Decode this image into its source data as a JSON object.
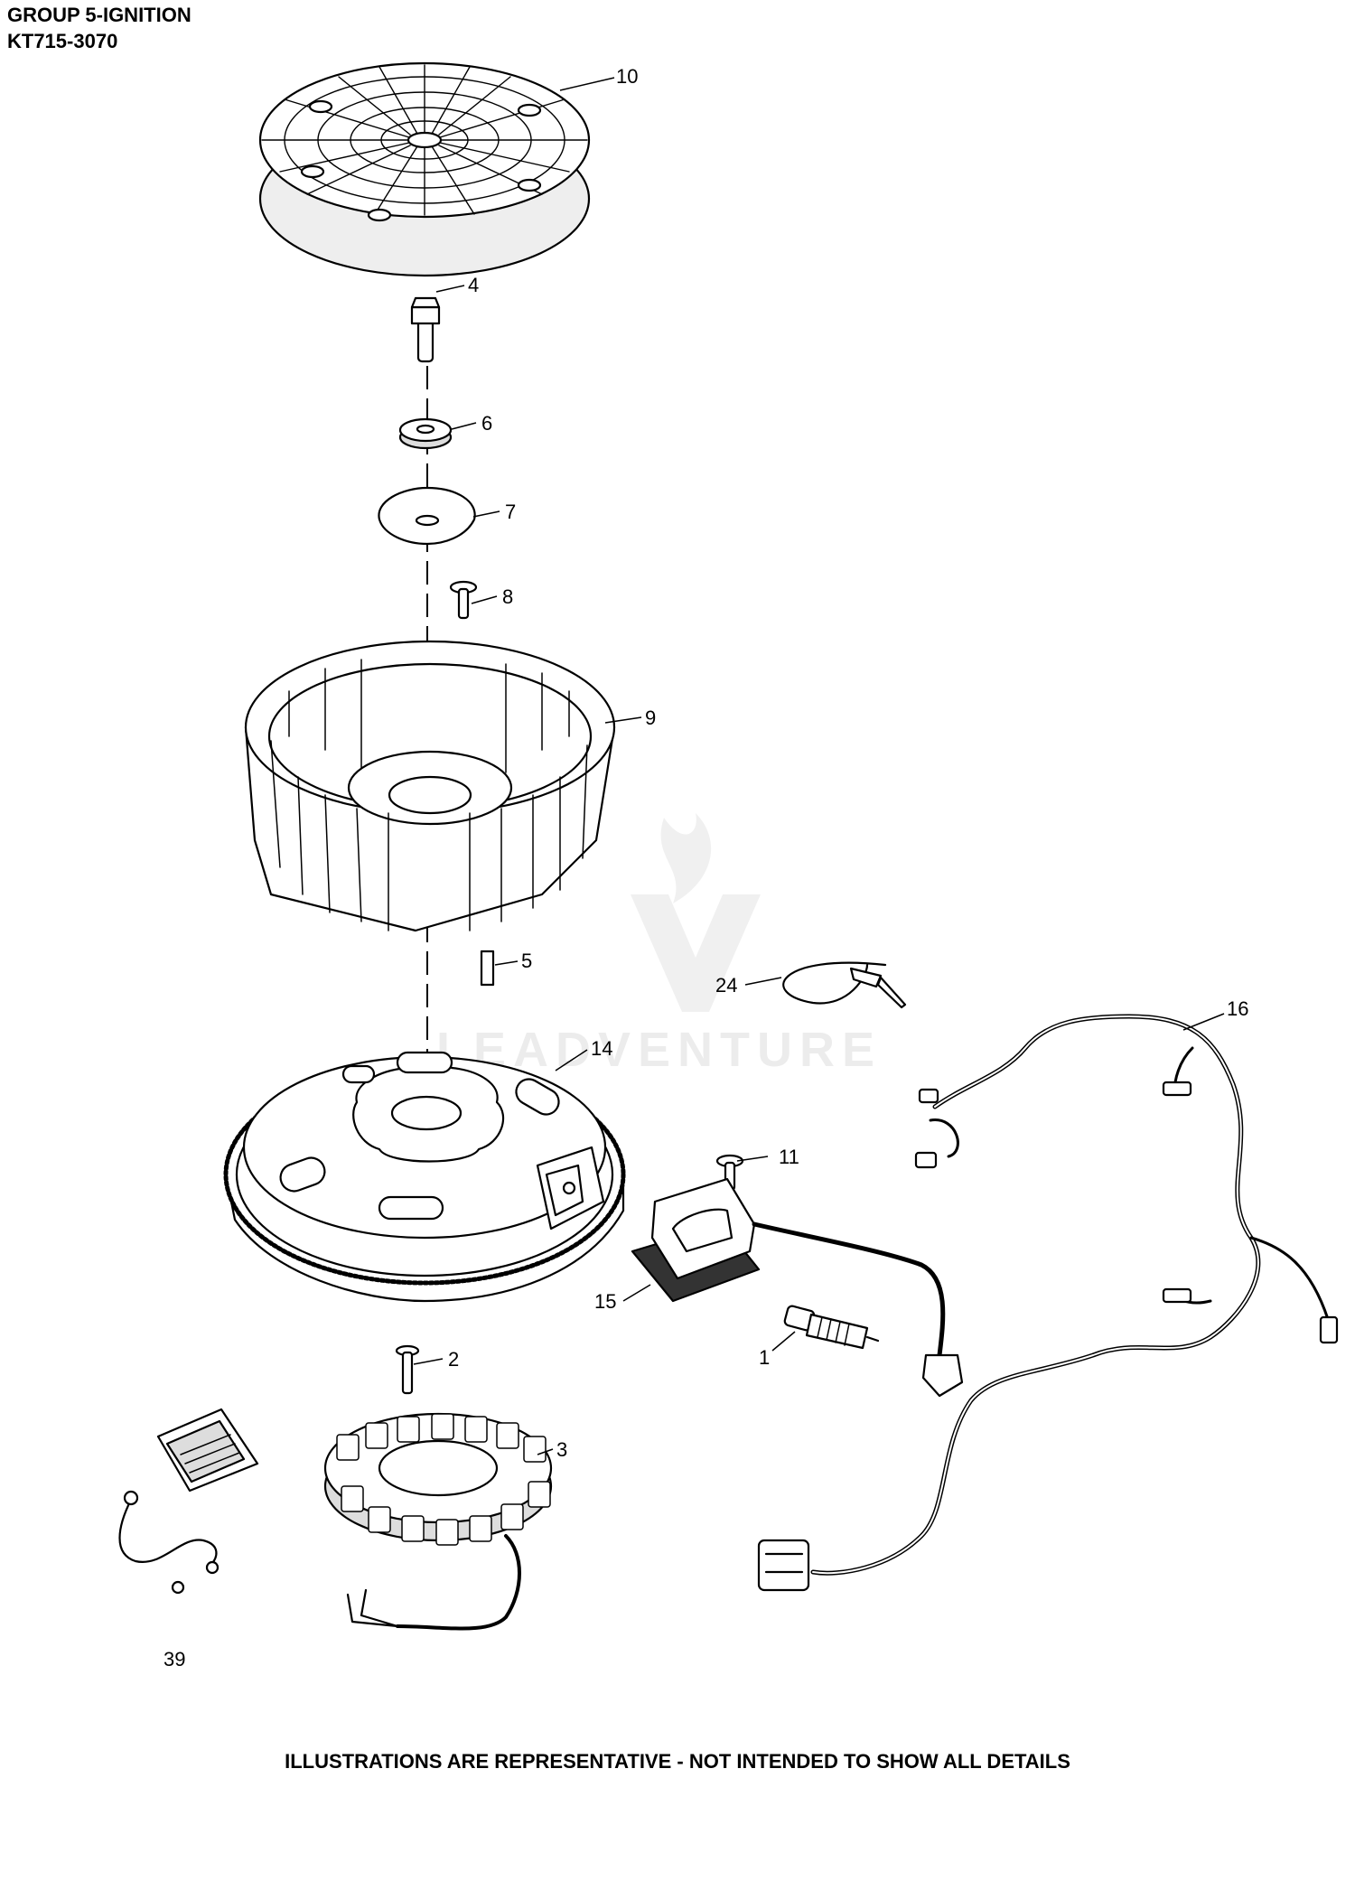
{
  "header": {
    "group_title": "GROUP 5-IGNITION",
    "model_number": "KT715-3070"
  },
  "footer": {
    "disclaimer": "ILLUSTRATIONS ARE REPRESENTATIVE - NOT INTENDED TO SHOW ALL DETAILS"
  },
  "watermark": {
    "text": "LEADVENTURE"
  },
  "callouts": [
    {
      "id": "10",
      "label": "10"
    },
    {
      "id": "4",
      "label": "4"
    },
    {
      "id": "6",
      "label": "6"
    },
    {
      "id": "7",
      "label": "7"
    },
    {
      "id": "8",
      "label": "8"
    },
    {
      "id": "9",
      "label": "9"
    },
    {
      "id": "5",
      "label": "5"
    },
    {
      "id": "24",
      "label": "24"
    },
    {
      "id": "16",
      "label": "16"
    },
    {
      "id": "14",
      "label": "14"
    },
    {
      "id": "11",
      "label": "11"
    },
    {
      "id": "15",
      "label": "15"
    },
    {
      "id": "1",
      "label": "1"
    },
    {
      "id": "2",
      "label": "2"
    },
    {
      "id": "3",
      "label": "3"
    },
    {
      "id": "39",
      "label": "39"
    }
  ]
}
